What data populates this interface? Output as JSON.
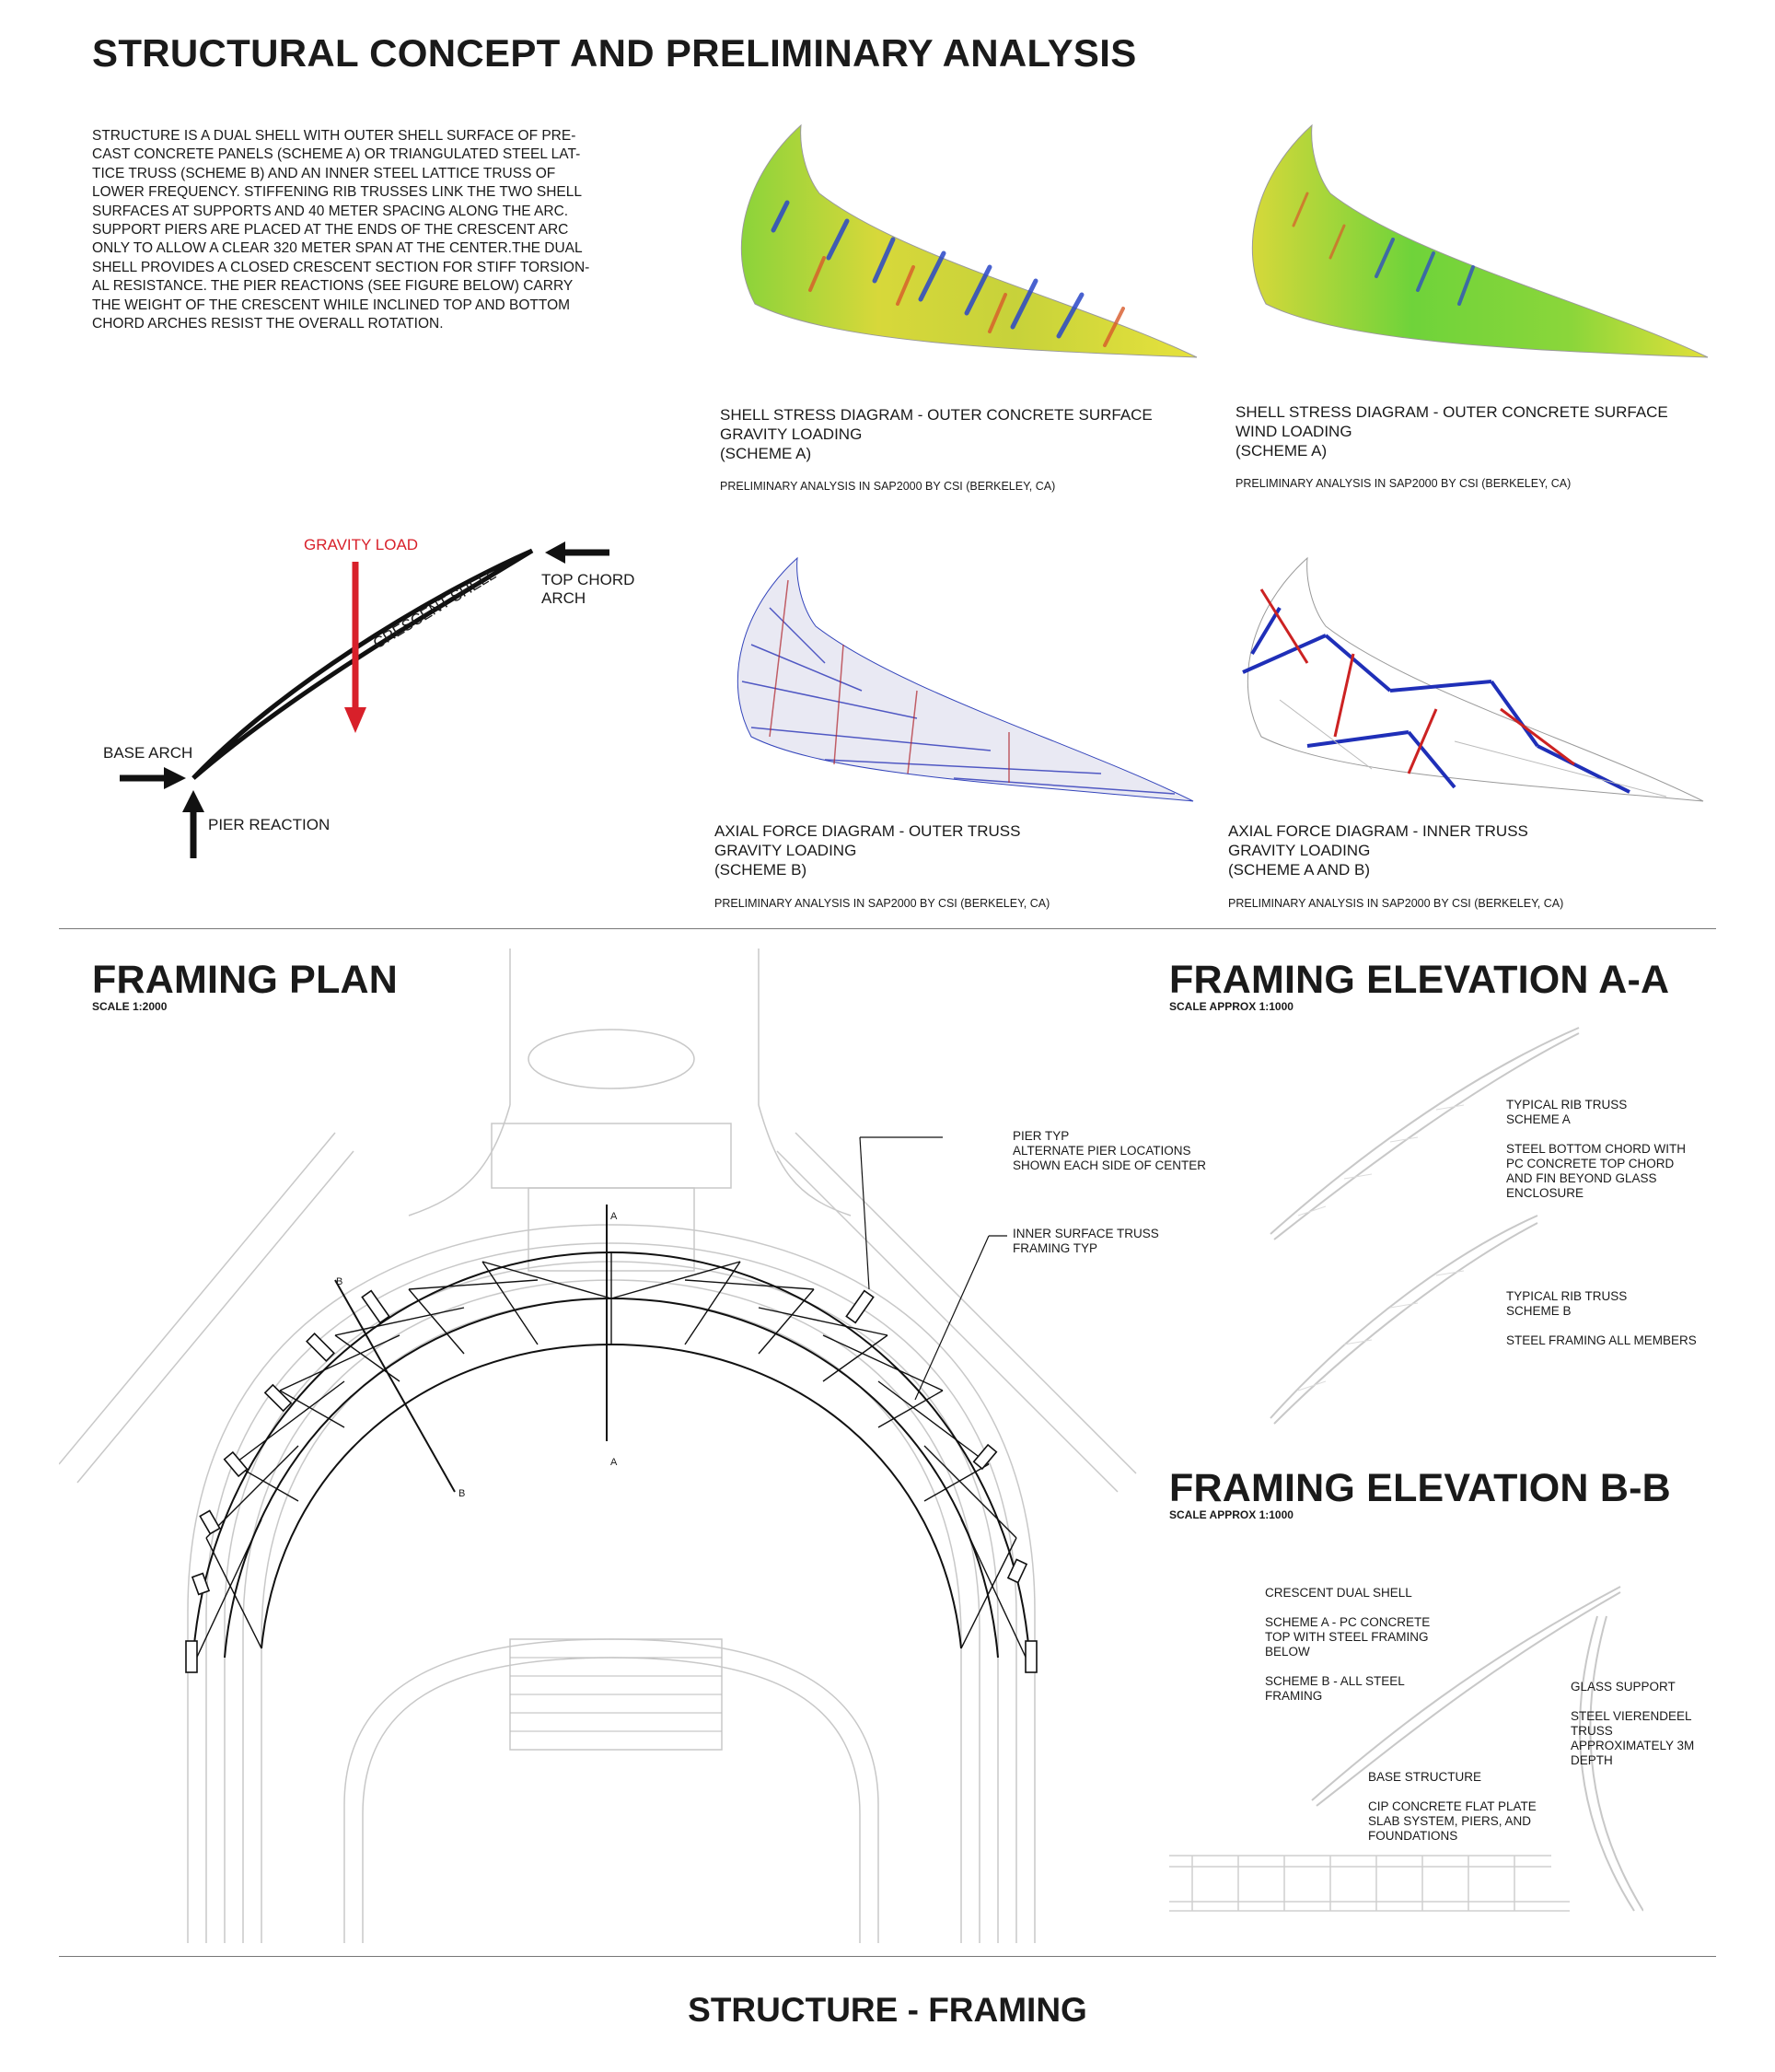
{
  "title": "STRUCTURAL CONCEPT AND PRELIMINARY ANALYSIS",
  "description": "STRUCTURE IS A DUAL SHELL WITH OUTER SHELL SURFACE OF PRE-\nCAST CONCRETE PANELS (SCHEME A) OR TRIANGULATED STEEL LAT-\nTICE TRUSS (SCHEME B) AND AN INNER STEEL LATTICE TRUSS OF\nLOWER FREQUENCY.  STIFFENING RIB TRUSSES LINK THE TWO SHELL\nSURFACES AT SUPPORTS AND 40 METER SPACING ALONG THE ARC.\nSUPPORT PIERS ARE PLACED AT THE ENDS OF THE CRESCENT ARC\nONLY TO ALLOW A CLEAR 320 METER SPAN AT THE CENTER.THE DUAL\nSHELL PROVIDES A CLOSED CRESCENT SECTION FOR STIFF TORSION-\nAL RESISTANCE.  THE PIER REACTIONS (SEE FIGURE BELOW) CARRY\nTHE WEIGHT OF THE CRESCENT WHILE INCLINED TOP AND BOTTOM\nCHORD ARCHES RESIST THE OVERALL ROTATION.",
  "concept_diagram": {
    "gravity_load": "GRAVITY LOAD",
    "top_chord_arch": "TOP CHORD\nARCH",
    "crescent_shell": "CRESCENT SHELL",
    "base_arch": "BASE ARCH",
    "pier_reaction": "PIER REACTION"
  },
  "analysis_panels": [
    {
      "caption": "SHELL STRESS DIAGRAM - OUTER CONCRETE SURFACE\nGRAVITY LOADING\n(SCHEME A)",
      "source": "PRELIMINARY ANALYSIS IN SAP2000 BY CSI (BERKELEY, CA)"
    },
    {
      "caption": "SHELL STRESS DIAGRAM - OUTER CONCRETE SURFACE\nWIND LOADING\n(SCHEME A)",
      "source": "PRELIMINARY ANALYSIS IN SAP2000 BY CSI (BERKELEY, CA)"
    },
    {
      "caption": "AXIAL FORCE DIAGRAM - OUTER TRUSS\nGRAVITY LOADING\n(SCHEME B)",
      "source": "PRELIMINARY ANALYSIS IN SAP2000 BY CSI (BERKELEY, CA)"
    },
    {
      "caption": "AXIAL FORCE DIAGRAM - INNER TRUSS\nGRAVITY LOADING\n(SCHEME A AND B)",
      "source": "PRELIMINARY ANALYSIS IN SAP2000 BY CSI (BERKELEY, CA)"
    }
  ],
  "framing_plan": {
    "title": "FRAMING PLAN",
    "scale": "SCALE 1:2000",
    "note_pier": "PIER TYP\nALTERNATE PIER LOCATIONS\nSHOWN EACH SIDE OF CENTER",
    "note_truss": "INNER SURFACE TRUSS\nFRAMING TYP",
    "section_a": "A",
    "section_b": "B"
  },
  "elevation_aa": {
    "title": "FRAMING ELEVATION A-A",
    "scale": "SCALE APPROX 1:1000",
    "note1": "TYPICAL RIB TRUSS\nSCHEME A",
    "note2": "STEEL BOTTOM CHORD WITH\nPC CONCRETE TOP CHORD\nAND FIN BEYOND GLASS\nENCLOSURE",
    "note3": "TYPICAL RIB TRUSS\nSCHEME B",
    "note4": "STEEL FRAMING ALL MEMBERS"
  },
  "elevation_bb": {
    "title": "FRAMING ELEVATION B-B",
    "scale": "SCALE APPROX 1:1000",
    "note1": "CRESCENT DUAL SHELL",
    "note2": "SCHEME A - PC CONCRETE\nTOP WITH STEEL FRAMING\nBELOW",
    "note3": "SCHEME B - ALL STEEL\nFRAMING",
    "note4": "GLASS SUPPORT",
    "note5": "STEEL VIERENDEEL\nTRUSS\nAPPROXIMATELY 3M\nDEPTH",
    "note6": "BASE STRUCTURE",
    "note7": "CIP CONCRETE FLAT PLATE\nSLAB SYSTEM, PIERS, AND\nFOUNDATIONS"
  },
  "footer": "STRUCTURE - FRAMING",
  "colors": {
    "gravity_red": "#d8202a",
    "tension_red": "#cc2222",
    "compression_blue": "#1f2fb8",
    "stress_green": "#6fd33a",
    "stress_yellow": "#e3e23a"
  }
}
